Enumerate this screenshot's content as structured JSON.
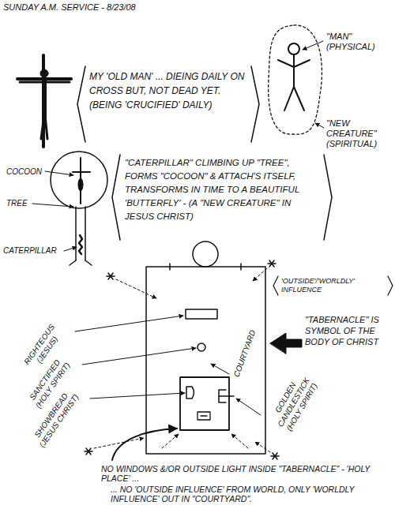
{
  "diagram": {
    "title": "SUNDAY A.M. SERVICE - 8/23/08",
    "labels": [
      "MY 'OLD MAN' ... DIEING DAILY ON CROSS BUT, NOT DEAD YET. (BEING 'CRUCIFIED' DAILY)",
      "\"MAN\" (PHYSICAL)",
      "\"NEW CREATURE\" (SPIRITUAL)",
      "COCOON",
      "TREE",
      "CATERPILLAR",
      "\"CATERPILLAR\" CLIMBING UP \"TREE\", FORMS \"COCOON\" & ATTACH'S ITSELF, TRANSFORMS IN TIME TO A BEAUTIFUL 'BUTTERFLY' - (A \"NEW CREATURE\" IN JESUS CHRIST)",
      "'OUTSIDE'/'WORLDLY' INFLUENCE",
      "\"TABERNACLE\" IS SYMBOL OF THE BODY OF CHRIST",
      "RIGHTEOUS (JESUS)",
      "SANCTIFIED (HOLY SPIRIT)",
      "SHOWBREAD (JESUS CHRIST)",
      "COURTYARD",
      "GOLDEN CANDLESTICK (HOLY SPIRIT)",
      "NO WINDOWS &/OR OUTSIDE LIGHT INSIDE \"TABERNACLE\" - 'HOLY PLACE' ...",
      "... NO 'OUTSIDE INFLUENCE' FROM WORLD, ONLY 'WORLDLY INFLUENCE' OUT IN \"COURTYARD\"."
    ]
  }
}
